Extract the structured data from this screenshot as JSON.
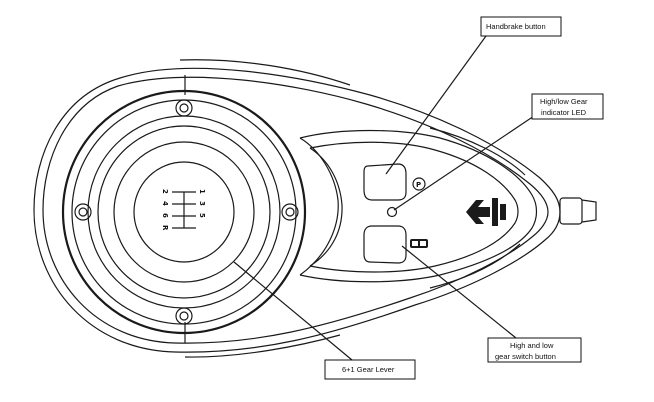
{
  "callouts": {
    "handbrake": "Handbrake button",
    "led_line1": "High/low Gear",
    "led_line2": "indicator LED",
    "switch_line1": "High and low",
    "switch_line2": "gear switch button",
    "gear_lever": "6+1 Gear Lever"
  },
  "shift_pattern": {
    "top_row": [
      "1",
      "3",
      "5"
    ],
    "bottom_row": [
      "2",
      "4",
      "6",
      "R"
    ]
  },
  "icons": {
    "handbrake_icon": "P",
    "gear_switch_icon": "gear-switch-icon",
    "brand_logo": "brand-logo-icon"
  }
}
